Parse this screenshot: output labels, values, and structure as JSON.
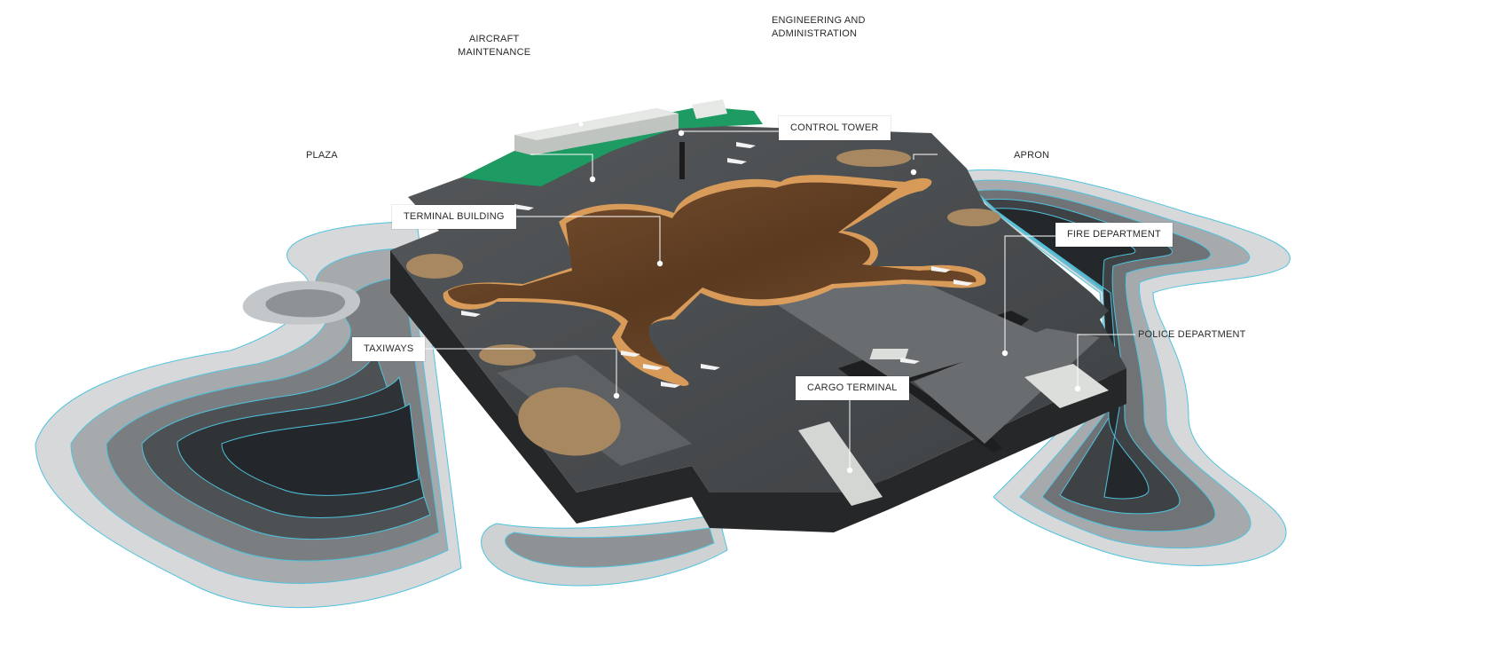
{
  "labels": {
    "aircraft_maintenance": [
      "AIRCRAFT",
      "MAINTENANCE"
    ],
    "engineering_administration": [
      "ENGINEERING AND",
      "ADMINISTRATION"
    ],
    "plaza": "PLAZA",
    "control_tower": "CONTROL TOWER",
    "apron": "APRON",
    "terminal_building": "TERMINAL BUILDING",
    "fire_department": "FIRE DEPARTMENT",
    "police_department": "POLICE DEPARTMENT",
    "taxiways": "TAXIWAYS",
    "cargo_terminal": "CARGO TERMINAL"
  },
  "colors": {
    "contour_line": "#4fc3de",
    "terrain_light": "#cfd2d3",
    "terrain_mid": "#8e9295",
    "terrain_dark": "#2b2e31",
    "platform_top": "#4a4d4f",
    "platform_side": "#262728",
    "green_zone": "#1e9a63",
    "terminal_wood": "#6b4526",
    "terminal_glow": "#e8a35a",
    "sand_patch": "#a88860"
  }
}
